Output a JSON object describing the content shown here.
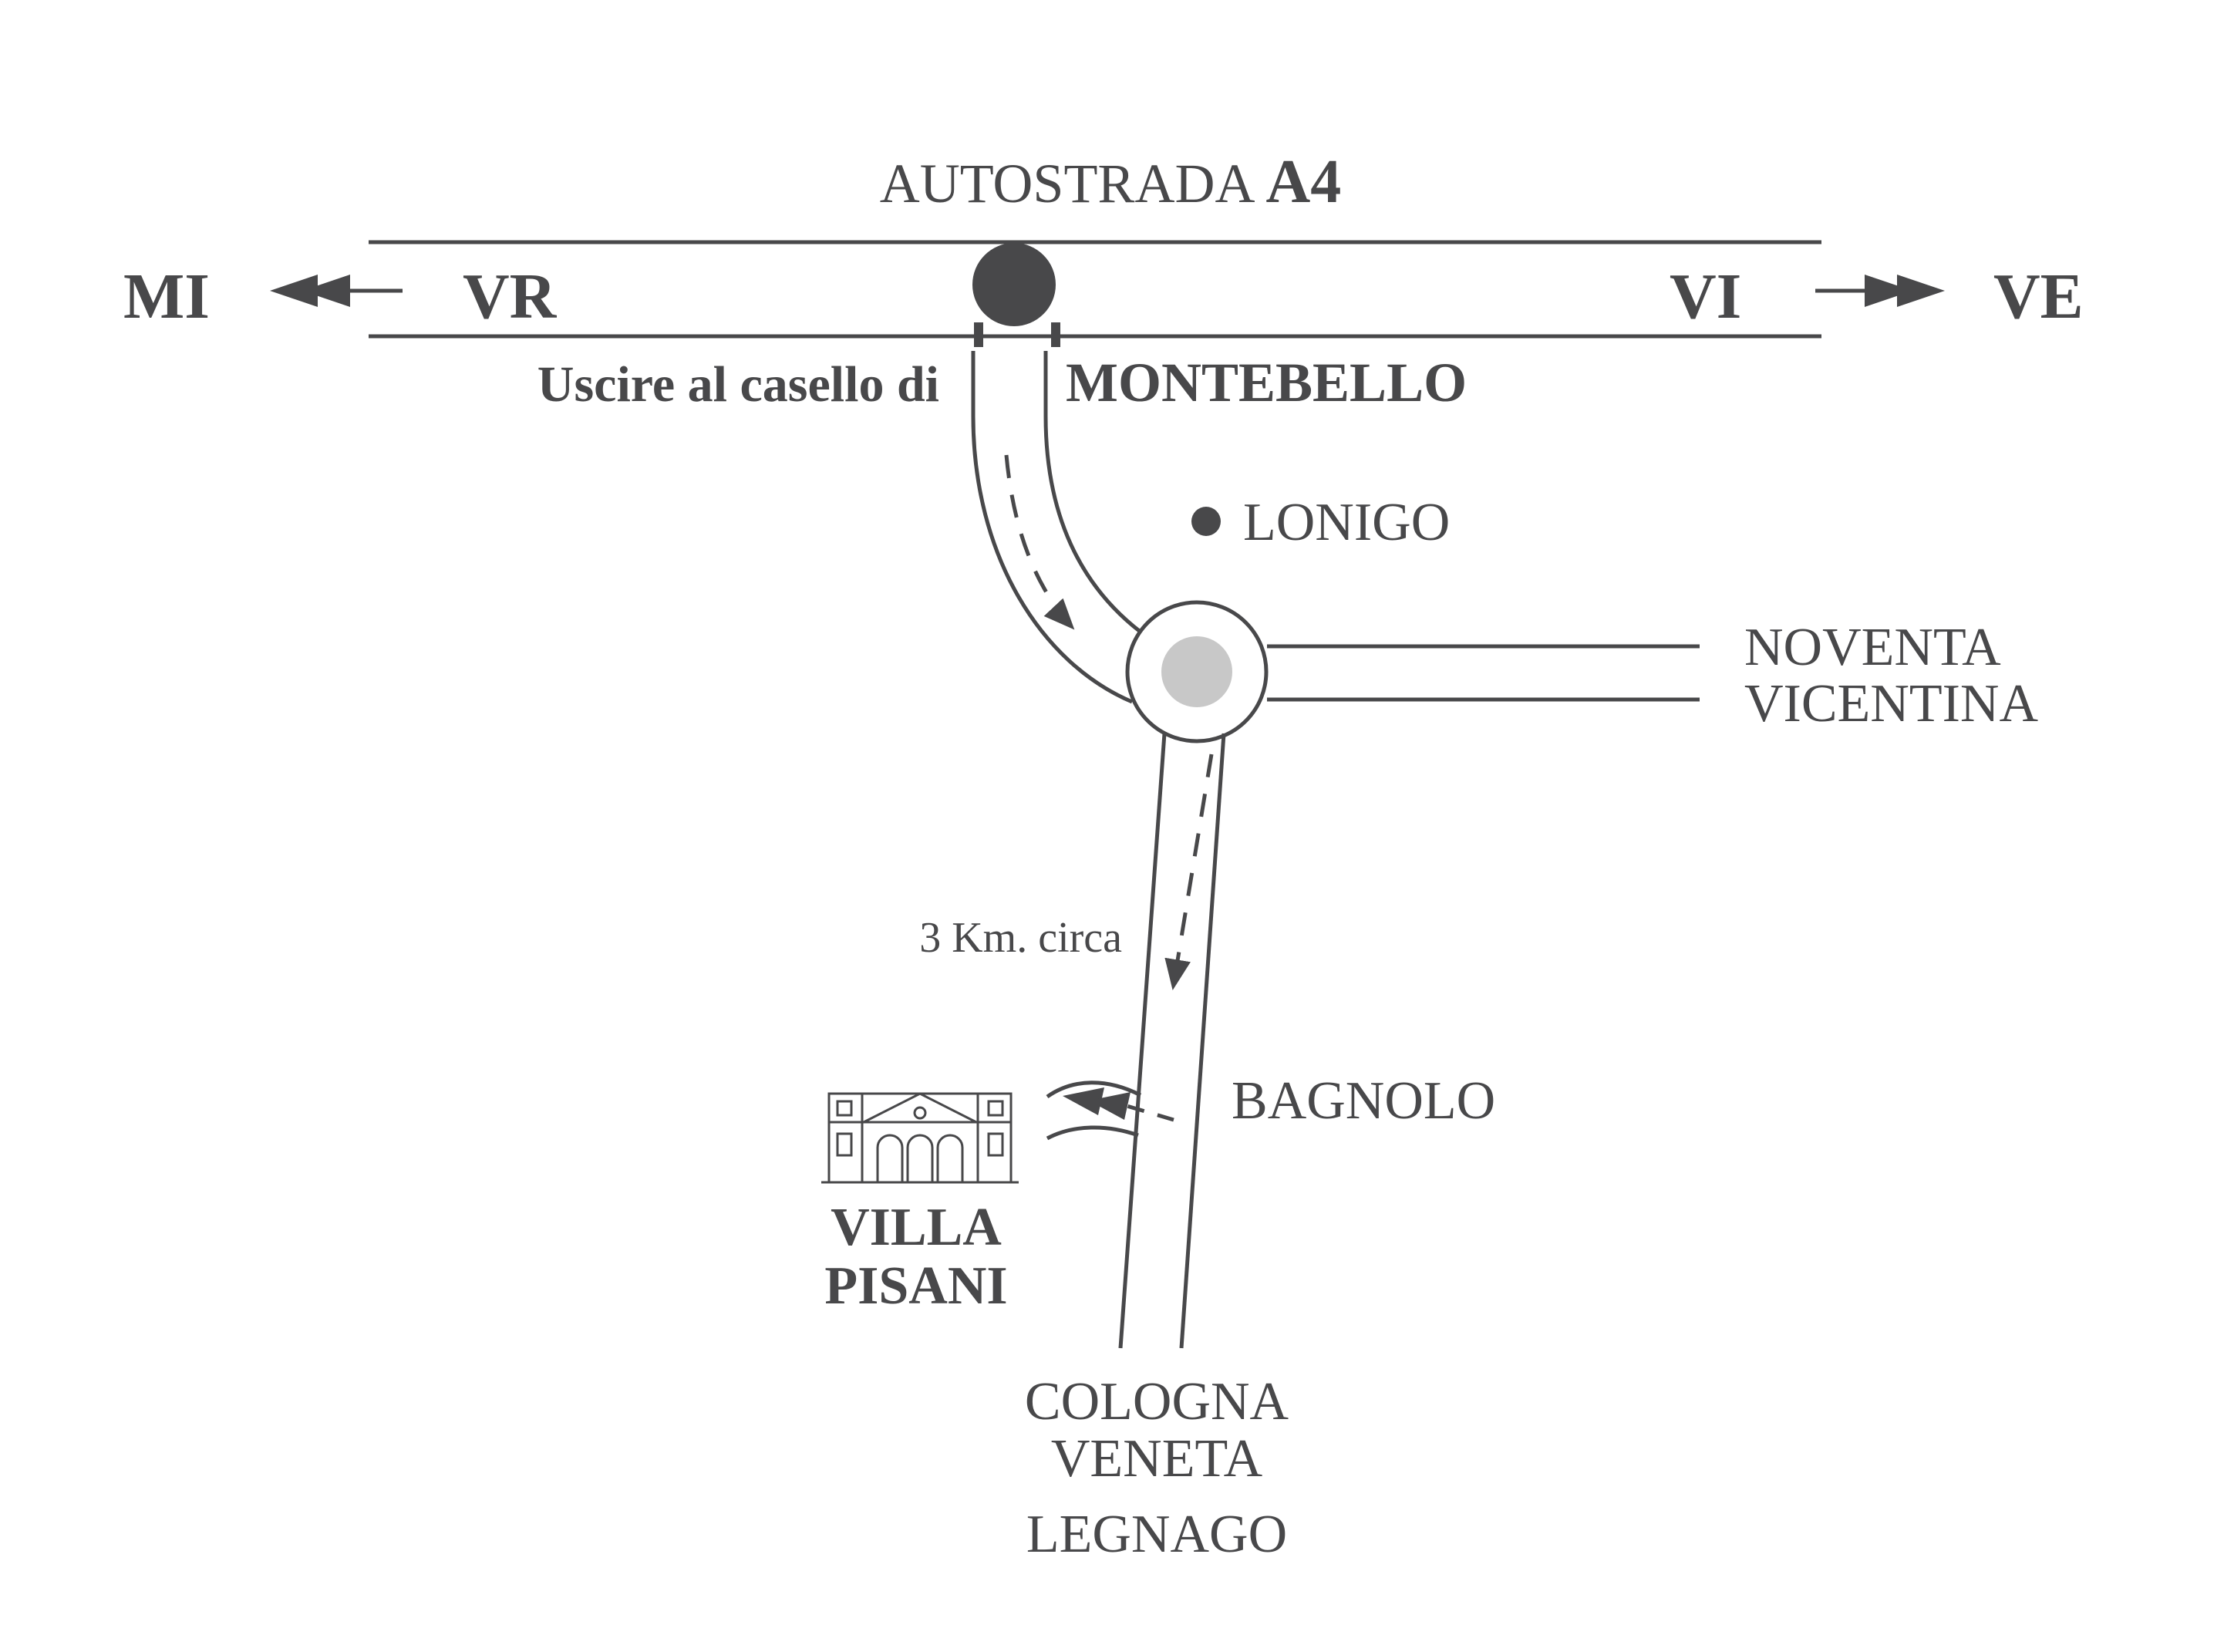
{
  "highway_title": {
    "prefix": "AUTOSTRADA",
    "code": "A4"
  },
  "left": {
    "far": "MI",
    "near": "VR"
  },
  "right": {
    "near": "VI",
    "far": "VE"
  },
  "exit": {
    "instruction": "Uscire al casello di",
    "name": "MONTEBELLO"
  },
  "places": {
    "lonigo": "LONIGO",
    "noventa_1": "NOVENTA",
    "noventa_2": "VICENTINA",
    "distance": "3 Km. circa",
    "bagnolo": "BAGNOLO",
    "villa_1": "VILLA",
    "villa_2": "PISANI",
    "cologna_1": "COLOGNA",
    "cologna_2": "VENETA",
    "legnago": "LEGNAGO"
  },
  "colors": {
    "ink": "#48484a",
    "roundabout_center": "#c8c8c8",
    "background": "#ffffff"
  },
  "icons": [
    "exit-toll-dot-icon",
    "town-dot-icon",
    "roundabout-icon",
    "villa-building-icon",
    "arrow-icon"
  ]
}
